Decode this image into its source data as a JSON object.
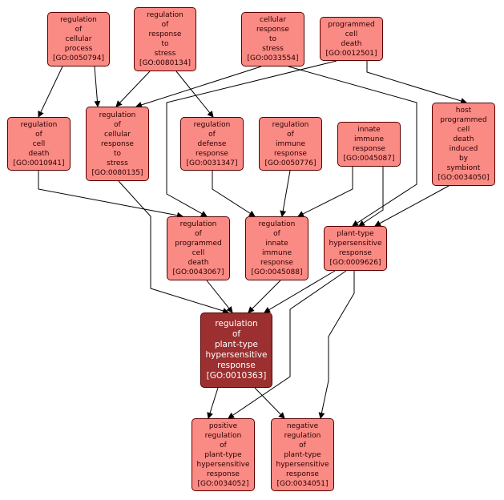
{
  "nodes": [
    {
      "id": "n50794",
      "lines": "regulation\nof\ncellular\nprocess",
      "goid": "[GO:0050794]"
    },
    {
      "id": "n80134",
      "lines": "regulation\nof\nresponse\nto\nstress",
      "goid": "[GO:0080134]"
    },
    {
      "id": "n33554",
      "lines": "cellular\nresponse\nto\nstress",
      "goid": "[GO:0033554]"
    },
    {
      "id": "n12501",
      "lines": "programmed\ncell\ndeath",
      "goid": "[GO:0012501]"
    },
    {
      "id": "n10941",
      "lines": "regulation\nof\ncell\ndeath",
      "goid": "[GO:0010941]"
    },
    {
      "id": "n80135",
      "lines": "regulation\nof\ncellular\nresponse\nto\nstress",
      "goid": "[GO:0080135]"
    },
    {
      "id": "n31347",
      "lines": "regulation\nof\ndefense\nresponse",
      "goid": "[GO:0031347]"
    },
    {
      "id": "n50776",
      "lines": "regulation\nof\nimmune\nresponse",
      "goid": "[GO:0050776]"
    },
    {
      "id": "n45087",
      "lines": "innate\nimmune\nresponse",
      "goid": "[GO:0045087]"
    },
    {
      "id": "n34050",
      "lines": "host\nprogrammed\ncell\ndeath\ninduced\nby\nsymbiont",
      "goid": "[GO:0034050]"
    },
    {
      "id": "n43067",
      "lines": "regulation\nof\nprogrammed\ncell\ndeath",
      "goid": "[GO:0043067]"
    },
    {
      "id": "n45088",
      "lines": "regulation\nof\ninnate\nimmune\nresponse",
      "goid": "[GO:0045088]"
    },
    {
      "id": "n09626",
      "lines": "plant-type\nhypersensitive\nresponse",
      "goid": "[GO:0009626]"
    },
    {
      "id": "n10363",
      "lines": "regulation\nof\nplant-type\nhypersensitive\nresponse",
      "goid": "[GO:0010363]",
      "focus": true
    },
    {
      "id": "n34052",
      "lines": "positive\nregulation\nof\nplant-type\nhypersensitive\nresponse",
      "goid": "[GO:0034052]"
    },
    {
      "id": "n34051",
      "lines": "negative\nregulation\nof\nplant-type\nhypersensitive\nresponse",
      "goid": "[GO:0034051]"
    }
  ],
  "colors": {
    "node_fill": "#fa8a84",
    "focus_fill": "#9c2f2f",
    "border": "#5a0000",
    "edge": "#000000"
  }
}
